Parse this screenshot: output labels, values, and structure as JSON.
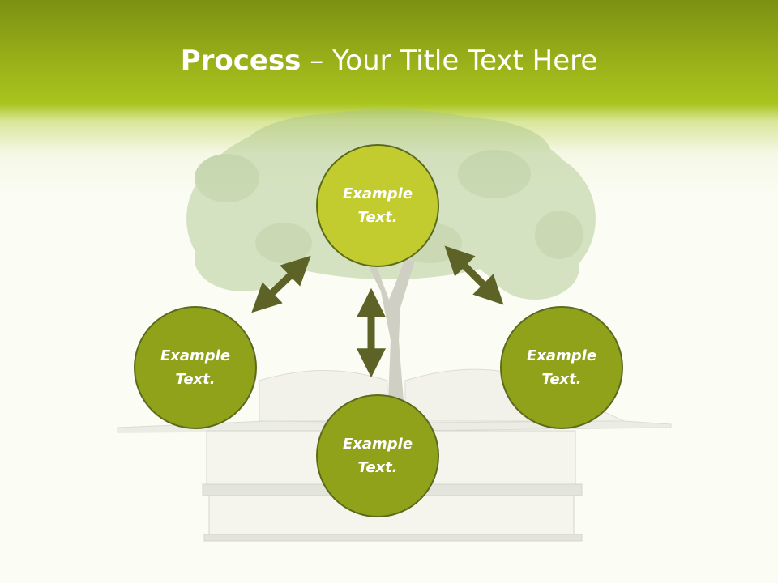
{
  "title": {
    "bold": "Process",
    "rest": " – Your Title Text Here"
  },
  "circles": {
    "top": "Example Text.",
    "left": "Example Text.",
    "right": "Example Text.",
    "bottom": "Example Text."
  },
  "colors": {
    "header_dark": "#7c9012",
    "header_light": "#a9c41d",
    "circle_top": "#c2cc2f",
    "circle_other": "#8fa21a",
    "arrow": "#5d6226",
    "background": "#fbfcf3"
  }
}
